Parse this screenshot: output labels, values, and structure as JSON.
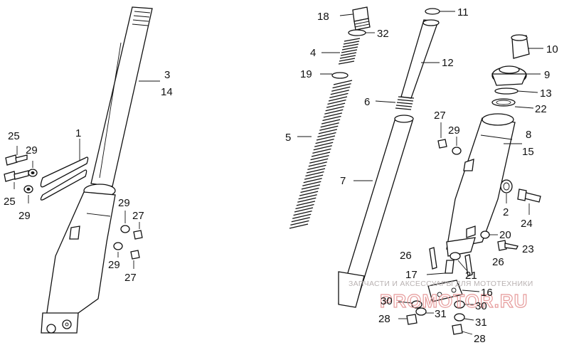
{
  "callouts": [
    {
      "id": "c1",
      "text": "1"
    },
    {
      "id": "c2",
      "text": "2"
    },
    {
      "id": "c3",
      "text": "3"
    },
    {
      "id": "c4",
      "text": "4"
    },
    {
      "id": "c5",
      "text": "5"
    },
    {
      "id": "c6",
      "text": "6"
    },
    {
      "id": "c7",
      "text": "7"
    },
    {
      "id": "c8",
      "text": "8"
    },
    {
      "id": "c9",
      "text": "9"
    },
    {
      "id": "c10",
      "text": "10"
    },
    {
      "id": "c11",
      "text": "11"
    },
    {
      "id": "c12",
      "text": "12"
    },
    {
      "id": "c13",
      "text": "13"
    },
    {
      "id": "c14",
      "text": "14"
    },
    {
      "id": "c15",
      "text": "15"
    },
    {
      "id": "c16",
      "text": "16"
    },
    {
      "id": "c17",
      "text": "17"
    },
    {
      "id": "c18",
      "text": "18"
    },
    {
      "id": "c19",
      "text": "19"
    },
    {
      "id": "c20",
      "text": "20"
    },
    {
      "id": "c21",
      "text": "21"
    },
    {
      "id": "c22",
      "text": "22"
    },
    {
      "id": "c23",
      "text": "23"
    },
    {
      "id": "c24",
      "text": "24"
    },
    {
      "id": "c25a",
      "text": "25"
    },
    {
      "id": "c25b",
      "text": "25"
    },
    {
      "id": "c26a",
      "text": "26"
    },
    {
      "id": "c26b",
      "text": "26"
    },
    {
      "id": "c27a",
      "text": "27"
    },
    {
      "id": "c27b",
      "text": "27"
    },
    {
      "id": "c27c",
      "text": "27"
    },
    {
      "id": "c28a",
      "text": "28"
    },
    {
      "id": "c28b",
      "text": "28"
    },
    {
      "id": "c29a",
      "text": "29"
    },
    {
      "id": "c29b",
      "text": "29"
    },
    {
      "id": "c29c",
      "text": "29"
    },
    {
      "id": "c29d",
      "text": "29"
    },
    {
      "id": "c29e",
      "text": "29"
    },
    {
      "id": "c30a",
      "text": "30"
    },
    {
      "id": "c30b",
      "text": "30"
    },
    {
      "id": "c31a",
      "text": "31"
    },
    {
      "id": "c31b",
      "text": "31"
    },
    {
      "id": "c32",
      "text": "32"
    }
  ],
  "watermark": {
    "caption": "ЗАПЧАСТИ И АКСЕССУАРЫ ДЛЯ МОТОТЕХНИКИ",
    "logo": "PROMOTOR.RU"
  }
}
